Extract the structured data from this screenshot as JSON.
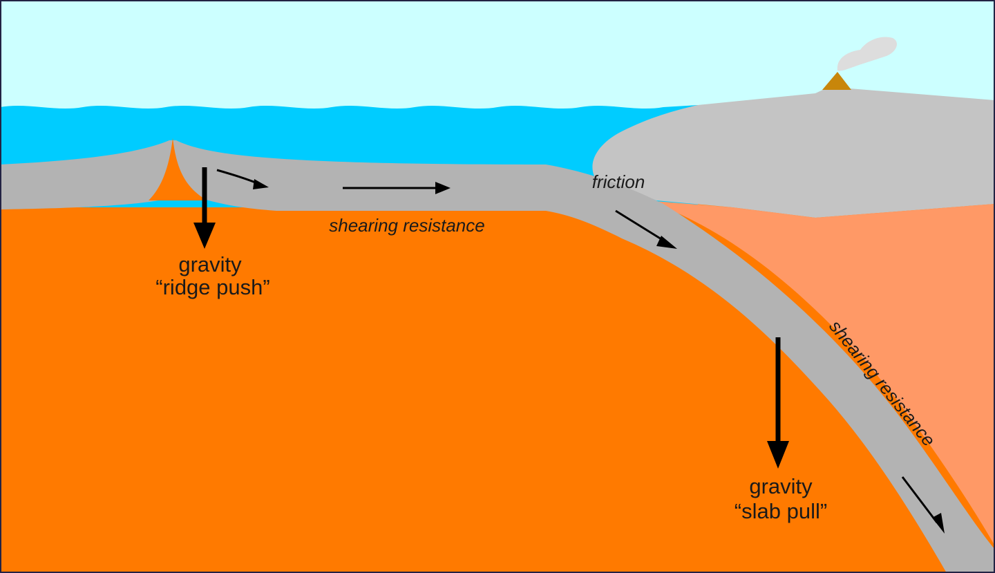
{
  "labels": {
    "friction": "friction",
    "shearing_top": "shearing resistance",
    "shearing_slab": "shearing resistance",
    "ridge_gravity": "gravity",
    "ridge_push": "“ridge push”",
    "slab_gravity": "gravity",
    "slab_pull": "“slab pull”"
  },
  "colors": {
    "sky": "#ccffff",
    "ocean": "#00ccff",
    "plate": "#b3b3b3",
    "continent": "#c4c4c4",
    "mantle": "#ff7a00",
    "mantle_wedge": "#ff9966",
    "volcano": "#c8860a",
    "smoke": "#dddddd",
    "arrow": "#000000"
  }
}
